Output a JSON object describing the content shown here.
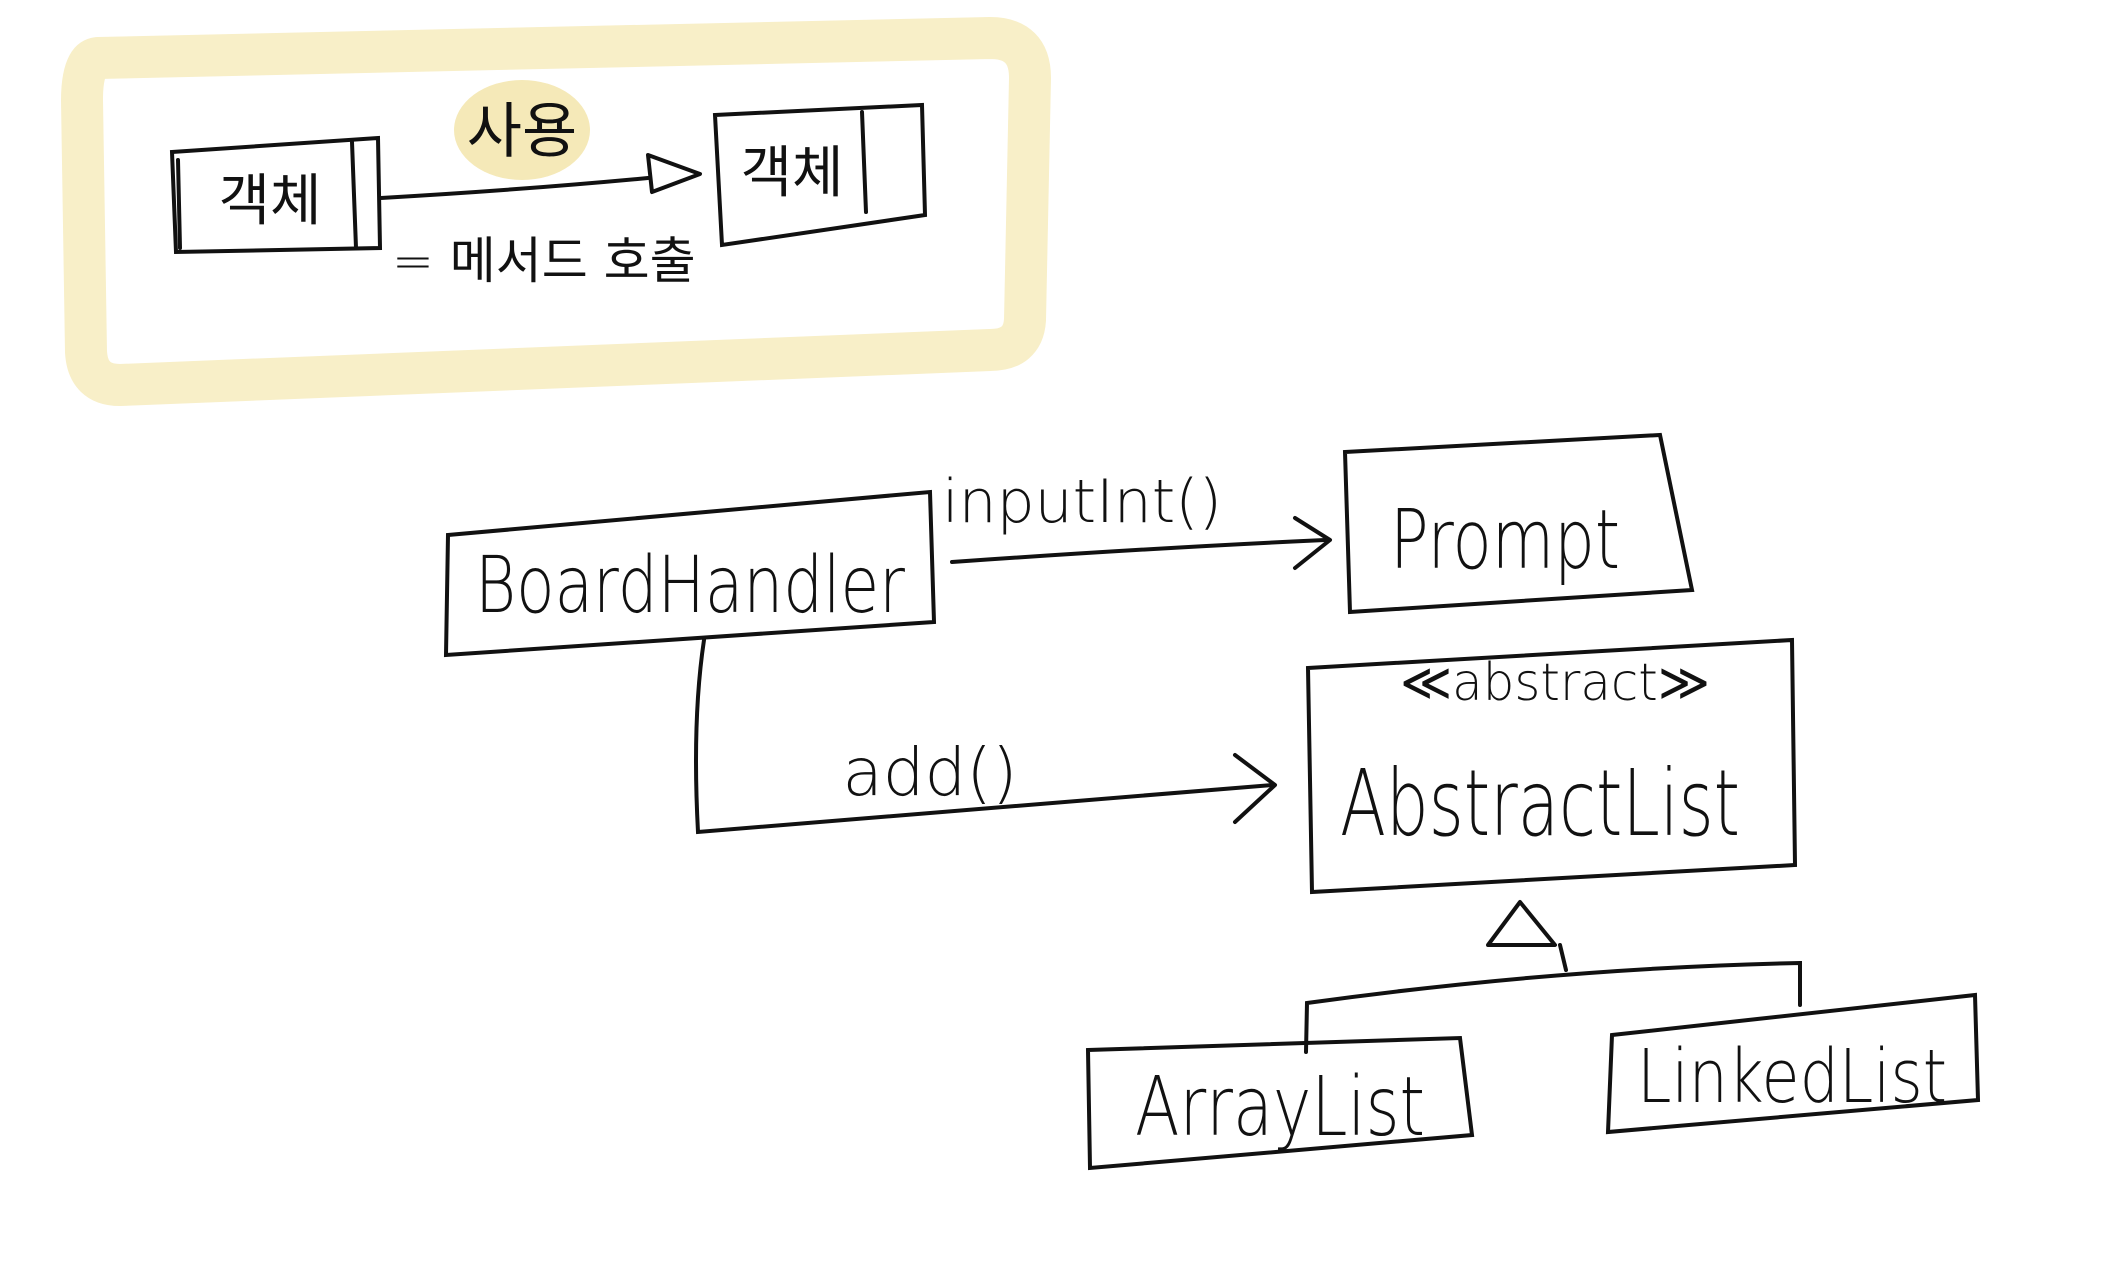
{
  "colors": {
    "ink": "#111111",
    "highlight": "#f8efc8",
    "highlight_blob": "#f5e9b8",
    "background": "#ffffff"
  },
  "legend": {
    "source_label": "객체",
    "target_label": "객체",
    "relation_label": "사용",
    "relation_note": "= 메서드 호출"
  },
  "diagram": {
    "board_handler": "BoardHandler",
    "prompt": "Prompt",
    "abstract_list": "AbstractList",
    "abstract_stereotype": "≪abstract≫",
    "array_list": "ArrayList",
    "linked_list": "LinkedList",
    "call_input_int": "inputInt()",
    "call_add": "add()"
  }
}
